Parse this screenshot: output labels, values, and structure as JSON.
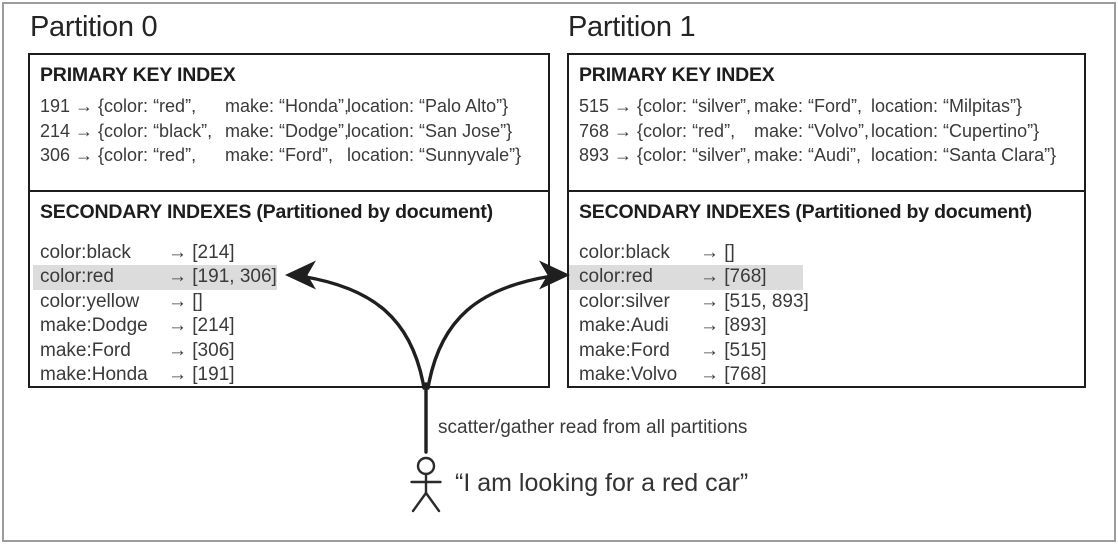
{
  "colors": {
    "highlight": "#dcdcdc",
    "ink": "#2b2b2b",
    "frame": "#9c9c9c"
  },
  "partitions": [
    {
      "title": "Partition 0",
      "primary": {
        "header": "PRIMARY KEY INDEX",
        "rows": [
          {
            "c1": "191 → {color: “red”,",
            "c2": "make: “Honda”,",
            "c3": "location: “Palo Alto”}"
          },
          {
            "c1": "214 → {color: “black”,",
            "c2": "make: “Dodge”,",
            "c3": "location: “San Jose”}"
          },
          {
            "c1": "306 → {color: “red”,",
            "c2": "make: “Ford”,",
            "c3": "location: “Sunnyvale”}"
          }
        ]
      },
      "secondary": {
        "header": "SECONDARY INDEXES (Partitioned by document)",
        "rows": [
          {
            "key": "color:black",
            "val": "→ [214]",
            "highlight": false
          },
          {
            "key": "color:red",
            "val": "→ [191, 306]",
            "highlight": true
          },
          {
            "key": "color:yellow",
            "val": "→ []",
            "highlight": false
          },
          {
            "key": "make:Dodge",
            "val": "→ [214]",
            "highlight": false
          },
          {
            "key": "make:Ford",
            "val": "→ [306]",
            "highlight": false
          },
          {
            "key": "make:Honda",
            "val": "→ [191]",
            "highlight": false
          }
        ]
      }
    },
    {
      "title": "Partition 1",
      "primary": {
        "header": "PRIMARY KEY INDEX",
        "rows": [
          {
            "c1": "515 → {color: “silver”,",
            "c2": "make: “Ford”,",
            "c3": "location: “Milpitas”}"
          },
          {
            "c1": "768 → {color: “red”,",
            "c2": "make: “Volvo”,",
            "c3": "location: “Cupertino”}"
          },
          {
            "c1": "893 → {color: “silver”,",
            "c2": "make: “Audi”,",
            "c3": "location: “Santa Clara”}"
          }
        ]
      },
      "secondary": {
        "header": "SECONDARY INDEXES (Partitioned by document)",
        "rows": [
          {
            "key": "color:black",
            "val": "→ []",
            "highlight": false
          },
          {
            "key": "color:red",
            "val": "→ [768]",
            "highlight": true
          },
          {
            "key": "color:silver",
            "val": "→ [515, 893]",
            "highlight": false
          },
          {
            "key": "make:Audi",
            "val": "→ [893]",
            "highlight": false
          },
          {
            "key": "make:Ford",
            "val": "→ [515]",
            "highlight": false
          },
          {
            "key": "make:Volvo",
            "val": "→ [768]",
            "highlight": false
          }
        ]
      }
    }
  ],
  "annotations": {
    "scatter_label": "scatter/gather read from all partitions",
    "user_quote": "“I am looking for a red car”"
  }
}
